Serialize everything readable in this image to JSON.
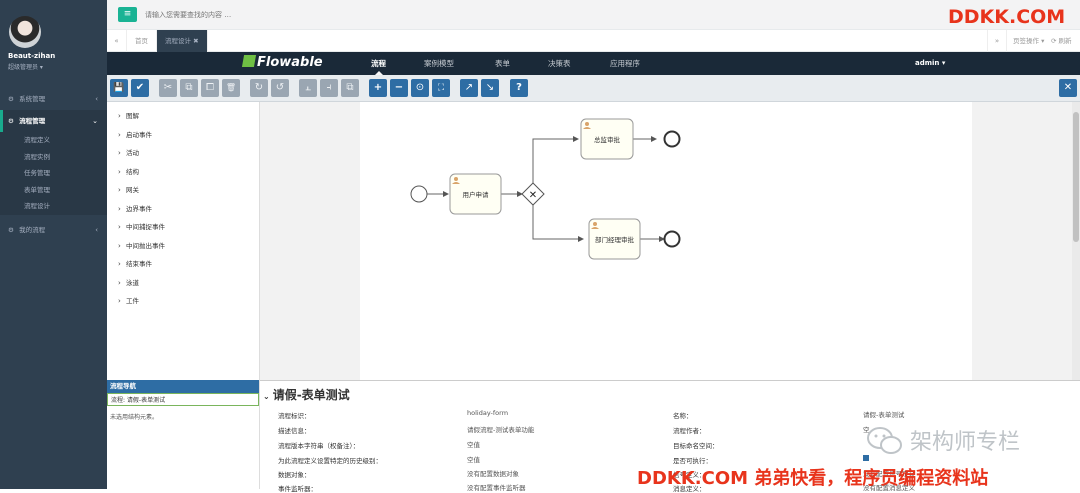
{
  "sidebar": {
    "user_name": "Beaut-zihan",
    "user_role": "超级管理员 ▾",
    "menus": [
      {
        "label": "系统管理",
        "icon": "⚙",
        "chevron": "‹"
      },
      {
        "label": "流程管理",
        "icon": "⚙",
        "chevron": "⌄"
      },
      {
        "label": "我的流程",
        "icon": "⚙",
        "chevron": "‹"
      }
    ],
    "submenu": [
      "流程定义",
      "流程实例",
      "任务管理",
      "表单管理",
      "流程设计"
    ]
  },
  "topbar": {
    "menu_icon": "≡",
    "search_placeholder": "请输入您需要查找的内容 …"
  },
  "tabsbar": {
    "back": "«",
    "tabs": [
      {
        "label": "首页"
      },
      {
        "label": "流程设计 ✖"
      }
    ],
    "forward": "»",
    "ops": "页签操作 ▾",
    "refresh": "⟳ 刷新"
  },
  "flowable": {
    "logo": "Flowable",
    "nav": [
      "流程",
      "案例模型",
      "表单",
      "决策表",
      "应用程序"
    ],
    "admin": "admin ▾"
  },
  "toolbar": {
    "save": "💾",
    "validate": "✔",
    "cut": "✂",
    "copy": "⧉",
    "paste": "⧠",
    "delete": "🗑",
    "redo": "↻",
    "undo": "↺",
    "align_v": "⫠",
    "align_h": "⫞",
    "same_size": "⧉",
    "zoom_in": "+",
    "zoom_out": "−",
    "zoom_actual": "⊙",
    "zoom_fit": "⛶",
    "add_bendpoint": "↗",
    "remove_bendpoint": "↘",
    "help": "?",
    "close": "✕"
  },
  "palette": {
    "chevron": "›",
    "items": [
      "图解",
      "启动事件",
      "活动",
      "结构",
      "网关",
      "边界事件",
      "中间捕捉事件",
      "中间抛出事件",
      "结束事件",
      "泳道",
      "工件"
    ]
  },
  "diagram": {
    "tasks": [
      "用户申请",
      "总监审批",
      "部门经理审批"
    ],
    "gateway_symbol": "✕"
  },
  "outline": {
    "title": "流程导航",
    "selected": "流程: 请假-表单测试",
    "note": "未选用结构元素。"
  },
  "properties": {
    "caret": "⌄",
    "title": "请假-表单测试",
    "left": [
      {
        "label": "流程标识：",
        "value": "holiday-form"
      },
      {
        "label": "描述信息：",
        "value": "请假流程-测试表单功能"
      },
      {
        "label": "流程版本字符串（权备注）：",
        "value": "空值"
      },
      {
        "label": "为此流程定义设置特定的历史级别：",
        "value": "空值"
      },
      {
        "label": "数据对象：",
        "value": "没有配置数据对象"
      },
      {
        "label": "事件监听器：",
        "value": "没有配置事件监听器"
      }
    ],
    "right": [
      {
        "label": "名称：",
        "value": "请假-表单测试"
      },
      {
        "label": "流程作者：",
        "value": "空"
      },
      {
        "label": "目标命名空间：",
        "value": ""
      },
      {
        "label": "是否可执行：",
        "value": ""
      },
      {
        "label": "信号定义：",
        "value": "没有配置信号定义"
      },
      {
        "label": "消息定义：",
        "value": "没有配置消息定义"
      }
    ]
  },
  "watermarks": {
    "top": "DDKK.COM",
    "bottom": "DDKK.COM 弟弟快看，程序员编程资料站",
    "wechat": "架构师专栏"
  },
  "colors": {
    "accent": "#1ab394",
    "sidebar": "#2f4050",
    "flowbar": "#1a2938",
    "tool": "#2e6da4",
    "watermark": "#e8341c"
  }
}
